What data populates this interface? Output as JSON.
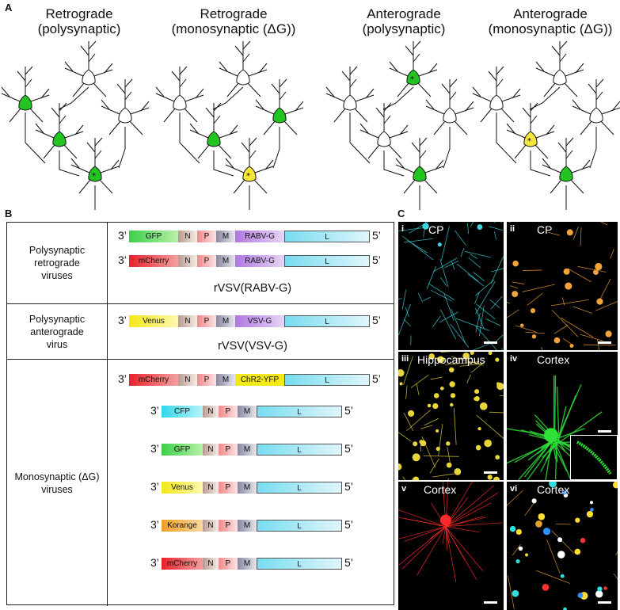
{
  "panel_labels": {
    "a": "A",
    "b": "B",
    "c": "C"
  },
  "panelA": {
    "titles": [
      "Retrograde\n(polysynaptic)",
      "Retrograde\n(monosynaptic (ΔG))",
      "Anterograde\n(polysynaptic)",
      "Anterograde\n(monosynaptic (ΔG))"
    ],
    "colors": {
      "labeled": "#22c422",
      "starter": "#f5e63b",
      "unlabeled": "#ffffff",
      "outline": "#111111"
    }
  },
  "panelB": {
    "rows": [
      {
        "label": "Polysynaptic\nretrograde\nviruses",
        "construct_name": "rVSV(RABV-G)",
        "genomes": [
          {
            "segments": [
              "GFP",
              "N",
              "P",
              "M",
              "RABV-G",
              "L"
            ]
          },
          {
            "segments": [
              "mCherry",
              "N",
              "P",
              "M",
              "RABV-G",
              "L"
            ]
          }
        ]
      },
      {
        "label": "Polysynaptic\nanterograde\nvirus",
        "construct_name": "rVSV(VSV-G)",
        "genomes": [
          {
            "segments": [
              "Venus",
              "N",
              "P",
              "M",
              "VSV-G",
              "L"
            ]
          }
        ]
      },
      {
        "label": "Monosynaptic (ΔG)\nviruses",
        "construct_name": "",
        "genomes": [
          {
            "segments": [
              "mCherry",
              "N",
              "P",
              "M",
              "ChR2-YFP",
              "L"
            ]
          },
          {
            "segments": [
              "CFP",
              "N",
              "P",
              "M",
              "L"
            ]
          },
          {
            "segments": [
              "GFP",
              "N",
              "P",
              "M",
              "L"
            ]
          },
          {
            "segments": [
              "Venus",
              "N",
              "P",
              "M",
              "L"
            ]
          },
          {
            "segments": [
              "Korange",
              "N",
              "P",
              "M",
              "L"
            ]
          },
          {
            "segments": [
              "mCherry",
              "N",
              "P",
              "M",
              "L"
            ]
          }
        ]
      }
    ],
    "end3": "3’",
    "end5": "5’"
  },
  "panelC": {
    "images": [
      {
        "numeral": "i",
        "region": "CP",
        "color": "#3fd6e0"
      },
      {
        "numeral": "ii",
        "region": "CP",
        "color": "#f2a33a"
      },
      {
        "numeral": "iii",
        "region": "Hippocampus",
        "color": "#e8d53a"
      },
      {
        "numeral": "iv",
        "region": "Cortex",
        "color": "#2fe23a"
      },
      {
        "numeral": "v",
        "region": "Cortex",
        "color": "#ff2a2a"
      },
      {
        "numeral": "vi",
        "region": "Cortex",
        "color": "#e8a030"
      }
    ]
  }
}
